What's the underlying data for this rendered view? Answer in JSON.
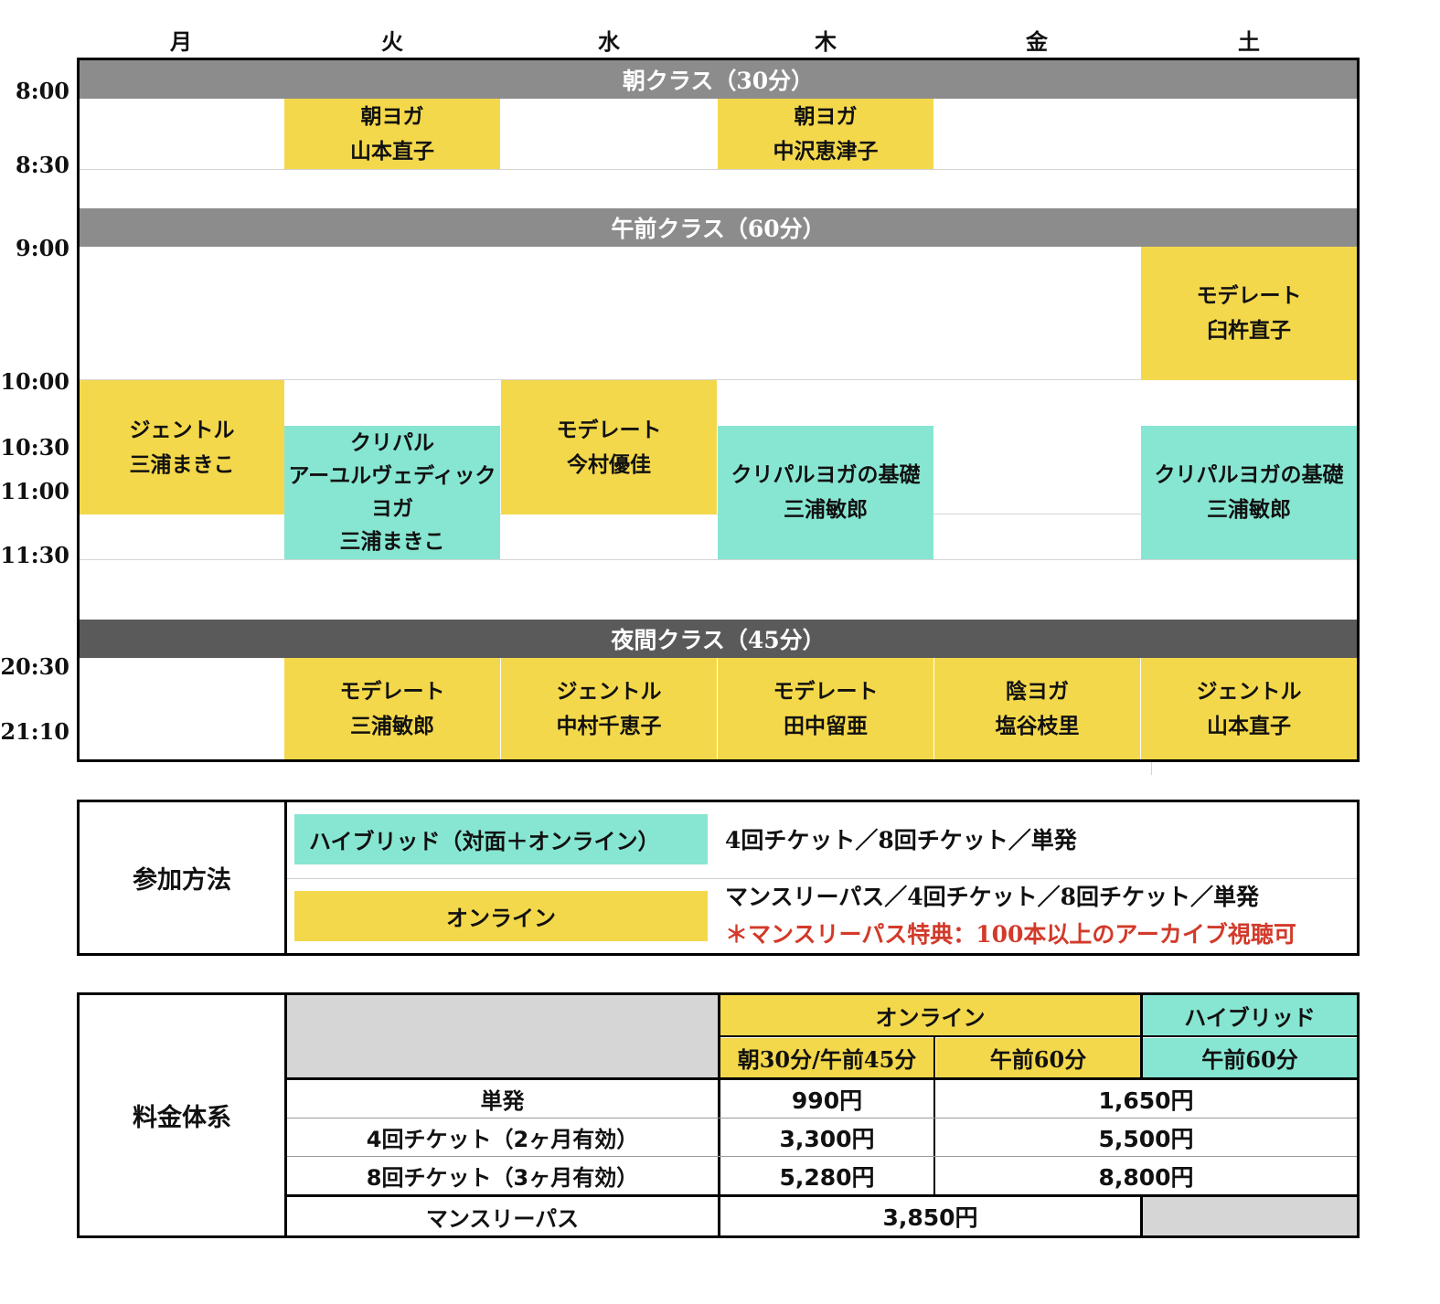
{
  "days": [
    "月",
    "火",
    "水",
    "木",
    "金",
    "土"
  ],
  "times": [
    "8:00",
    "8:30",
    "9:00",
    "10:00",
    "10:30",
    "11:00",
    "11:30",
    "20:30",
    "21:10"
  ],
  "bands": {
    "morning": "朝クラス（30分）",
    "forenoon": "午前クラス（60分）",
    "night": "夜間クラス（45分）"
  },
  "classes": {
    "tue_morning": {
      "name": "朝ヨガ",
      "teacher": "山本直子"
    },
    "thu_morning": {
      "name": "朝ヨガ",
      "teacher": "中沢恵津子"
    },
    "sat_0900": {
      "name": "モデレート",
      "teacher": "臼杵直子"
    },
    "mon_1000": {
      "name": "ジェントル",
      "teacher": "三浦まきこ"
    },
    "tue_1020": {
      "line1": "クリパル",
      "line2": "アーユルヴェディック",
      "line3": "ヨガ",
      "teacher": "三浦まきこ"
    },
    "wed_1000": {
      "name": "モデレート",
      "teacher": "今村優佳"
    },
    "thu_1020": {
      "name": "クリパルヨガの基礎",
      "teacher": "三浦敏郎"
    },
    "sat_1020": {
      "name": "クリパルヨガの基礎",
      "teacher": "三浦敏郎"
    },
    "tue_night": {
      "name": "モデレート",
      "teacher": "三浦敏郎"
    },
    "wed_night": {
      "name": "ジェントル",
      "teacher": "中村千恵子"
    },
    "thu_night": {
      "name": "モデレート",
      "teacher": "田中留亜"
    },
    "fri_night": {
      "name": "陰ヨガ",
      "teacher": "塩谷枝里"
    },
    "sat_night": {
      "name": "ジェントル",
      "teacher": "山本直子"
    }
  },
  "participation": {
    "label": "参加方法",
    "hybrid_label": "ハイブリッド（対面＋オンライン）",
    "hybrid_text": "4回チケット／8回チケット／単発",
    "online_label": "オンライン",
    "online_text": "マンスリーパス／4回チケット／8回チケット／単発",
    "online_note": "＊マンスリーパス特典：100本以上のアーカイブ視聴可"
  },
  "pricing": {
    "label": "料金体系",
    "online_header": "オンライン",
    "hybrid_header": "ハイブリッド",
    "col_online_a": "朝30分/午前45分",
    "col_online_b": "午前60分",
    "col_hybrid": "午前60分",
    "rows": [
      {
        "name": "単発",
        "price_a": "990円",
        "price_b": "1,650円"
      },
      {
        "name": "4回チケット（2ヶ月有効）",
        "price_a": "3,300円",
        "price_b": "5,500円"
      },
      {
        "name": "8回チケット（3ヶ月有効）",
        "price_a": "5,280円",
        "price_b": "8,800円"
      }
    ],
    "monthly_name": "マンスリーパス",
    "monthly_price": "3,850円"
  },
  "colors": {
    "online_yellow": "#f4d84b",
    "hybrid_teal": "#87e6d2",
    "band_gray": "#8c8c8c",
    "band_dark": "#5a5a5a",
    "note_red": "#d23a2a"
  }
}
